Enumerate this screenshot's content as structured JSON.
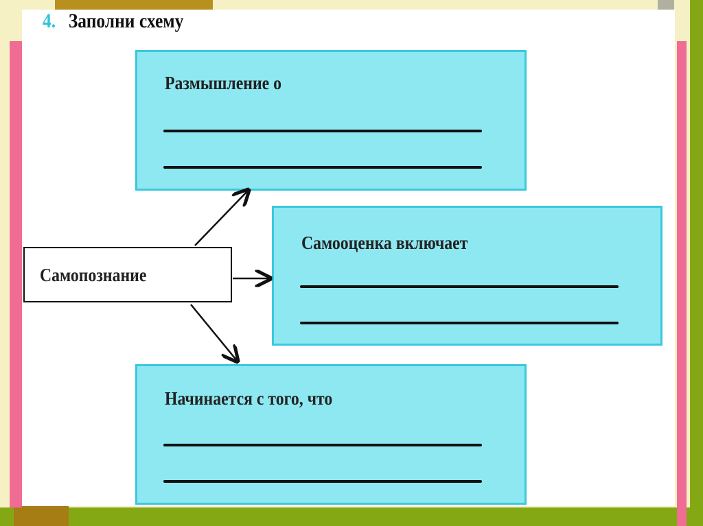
{
  "title": {
    "number": "4.",
    "text": "Заполни схему"
  },
  "source": {
    "label": "Самопознание"
  },
  "boxes": [
    {
      "label": "Размышление о"
    },
    {
      "label": "Самооценка включает"
    },
    {
      "label": "Начинается с того, что"
    }
  ],
  "colors": {
    "box_fill": "#8ee8f2",
    "box_border": "#3cc8dc",
    "background": "#f5f1c4",
    "accent_green": "#84a814",
    "accent_pink": "#f06c94",
    "accent_brown": "#a67c14"
  }
}
